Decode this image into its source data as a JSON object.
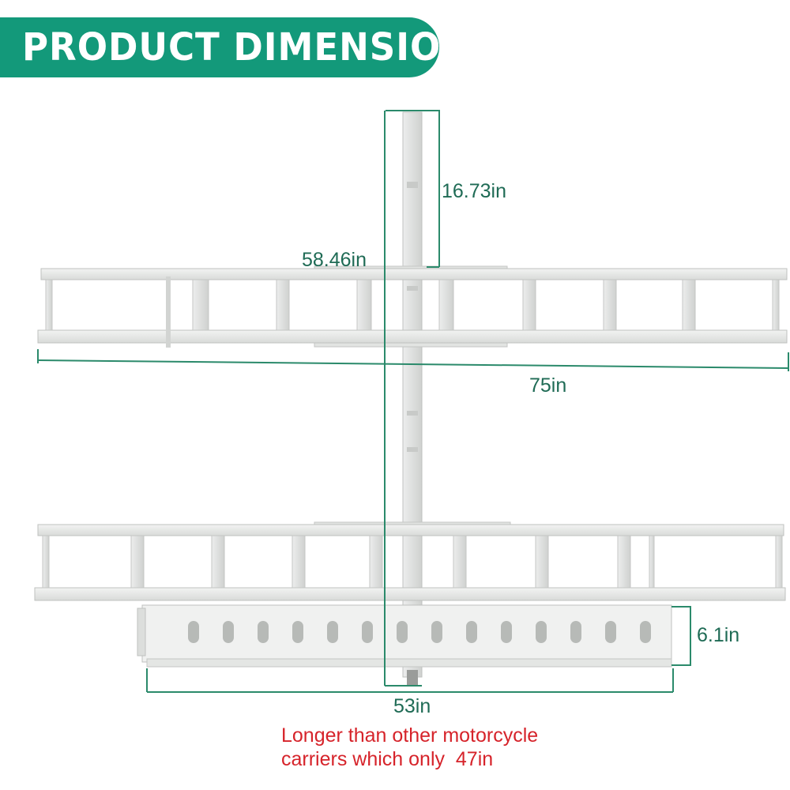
{
  "header": {
    "title": "PRODUCT  DIMENSIONS",
    "background_color": "#13997a",
    "text_color": "#ffffff"
  },
  "dimensions": {
    "mast_height": "16.73in",
    "total_width": "75in",
    "total_height": "58.46in",
    "base_height": "6.1in",
    "base_width": "53in"
  },
  "note": {
    "line1": "Longer than other motorcycle",
    "line2": "carriers which only  47in",
    "color": "#d6232a"
  },
  "colors": {
    "dimension_line": "#2b8a6b",
    "dimension_text": "#1f6b55",
    "frame": "#e6e7e6",
    "frame_edge": "#bfc1bf"
  }
}
